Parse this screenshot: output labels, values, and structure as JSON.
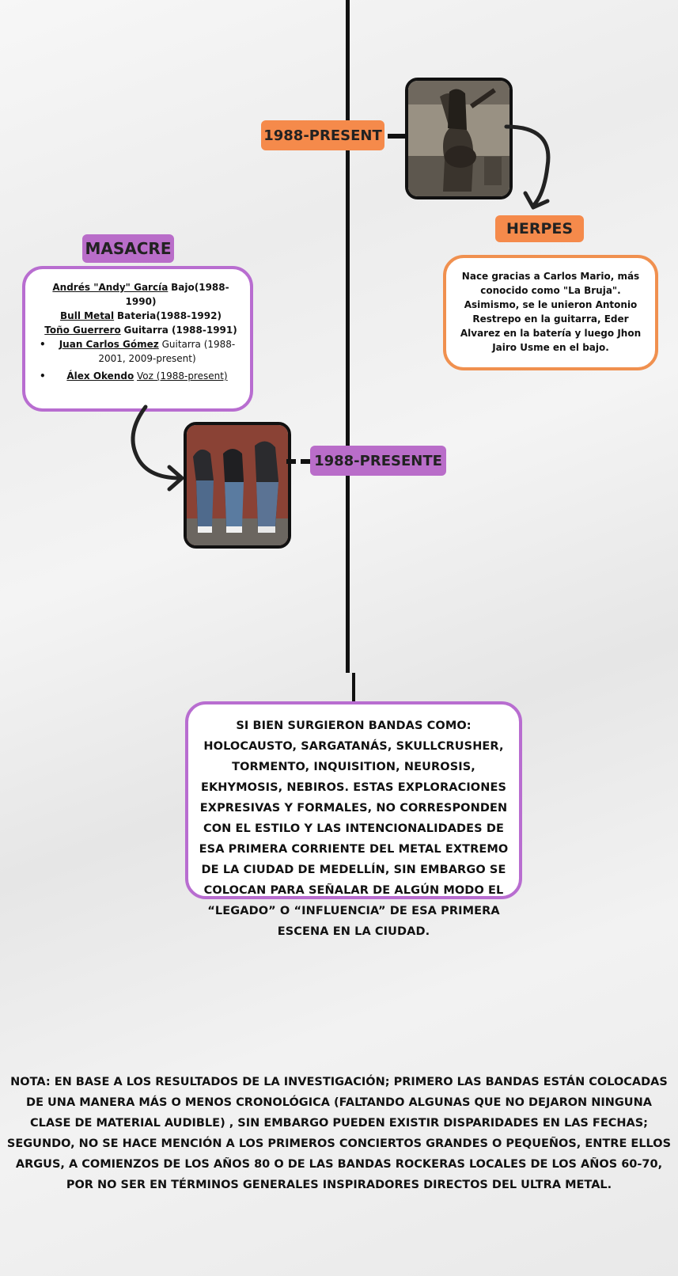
{
  "timeline": {
    "herpes": {
      "date_label": "1988-PRESENT",
      "band_name": "HERPES",
      "description": "Nace gracias a Carlos Mario, más conocido como \"La Bruja\". Asimismo, se le unieron Antonio Restrepo en la guitarra, Eder Alvarez en la batería y luego Jhon Jairo Usme en el bajo.",
      "accent_color": "#f58a4b"
    },
    "masacre": {
      "band_name": "MASACRE",
      "date_label": "1988-PRESENTE",
      "accent_color": "#b96dc9",
      "members": [
        {
          "name": "Andrés \"Andy\" García",
          "role": "Bajo(1988-1990)"
        },
        {
          "name": "Bull Metal",
          "role": "Bateria(1988-1992)"
        },
        {
          "name": "Toño Guerrero",
          "role": "Guitarra (1988-1991)"
        },
        {
          "name": "Juan Carlos Gómez",
          "role": "Guitarra (1988-2001, 2009-present)"
        },
        {
          "name": "Álex Okendo",
          "role": "Voz (1988-present)"
        }
      ]
    }
  },
  "note_box": {
    "text": "SI BIEN SURGIERON BANDAS COMO: HOLOCAUSTO, SARGATANÁS, SKULLCRUSHER, TORMENTO, INQUISITION, NEUROSIS, EKHYMOSIS, NEBIROS. ESTAS EXPLORACIONES EXPRESIVAS Y FORMALES, NO CORRESPONDEN CON EL ESTILO Y LAS INTENCIONALIDADES DE ESA PRIMERA CORRIENTE DEL METAL EXTREMO DE LA CIUDAD DE MEDELLÍN, SIN EMBARGO SE COLOCAN PARA SEÑALAR DE ALGÚN MODO EL “LEGADO”  O “INFLUENCIA” DE ESA PRIMERA ESCENA EN LA CIUDAD."
  },
  "footnote": {
    "text": "NOTA: EN BASE A LOS RESULTADOS DE LA INVESTIGACIÓN; PRIMERO LAS BANDAS ESTÁN COLOCADAS DE UNA MANERA MÁS O MENOS CRONOLÓGICA (FALTANDO ALGUNAS QUE NO DEJARON NINGUNA CLASE DE MATERIAL AUDIBLE) , SIN EMBARGO PUEDEN EXISTIR DISPARIDADES EN LAS FECHAS; SEGUNDO, NO SE HACE MENCIÓN A LOS PRIMEROS CONCIERTOS GRANDES O PEQUEÑOS, ENTRE ELLOS ARGUS, A COMIENZOS DE LOS AÑOS 80 O DE LAS BANDAS ROCKERAS LOCALES DE LOS AÑOS 60-70, POR NO SER EN TÉRMINOS GENERALES INSPIRADORES DIRECTOS DEL ULTRA METAL."
  },
  "icons": [
    "curved-arrow-icon",
    "curved-arrow-icon"
  ]
}
